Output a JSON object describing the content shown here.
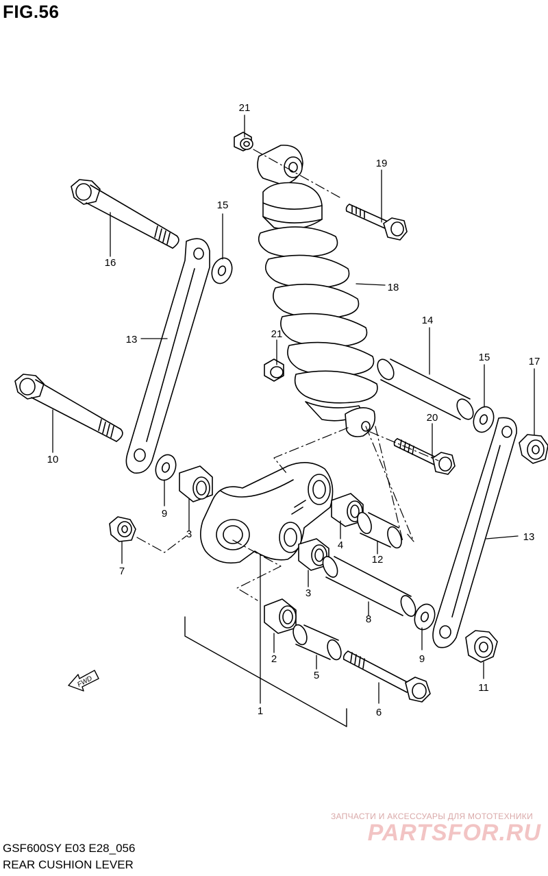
{
  "figure": {
    "title": "FIG.56"
  },
  "footer": {
    "model_code": "GSF600SY E03 E28_056",
    "name": "REAR CUSHION LEVER"
  },
  "watermark": {
    "tagline": "ЗАПЧАСТИ И АКСЕССУАРЫ ДЛЯ МОТОТЕХНИКИ",
    "logo": "PARTSFOR.RU"
  },
  "fwd_label": "FWD",
  "callouts": [
    "21",
    "19",
    "15",
    "16",
    "18",
    "13",
    "21",
    "14",
    "15",
    "17",
    "10",
    "20",
    "9",
    "3",
    "4",
    "12",
    "7",
    "13",
    "3",
    "8",
    "2",
    "9",
    "5",
    "11",
    "6",
    "1"
  ]
}
